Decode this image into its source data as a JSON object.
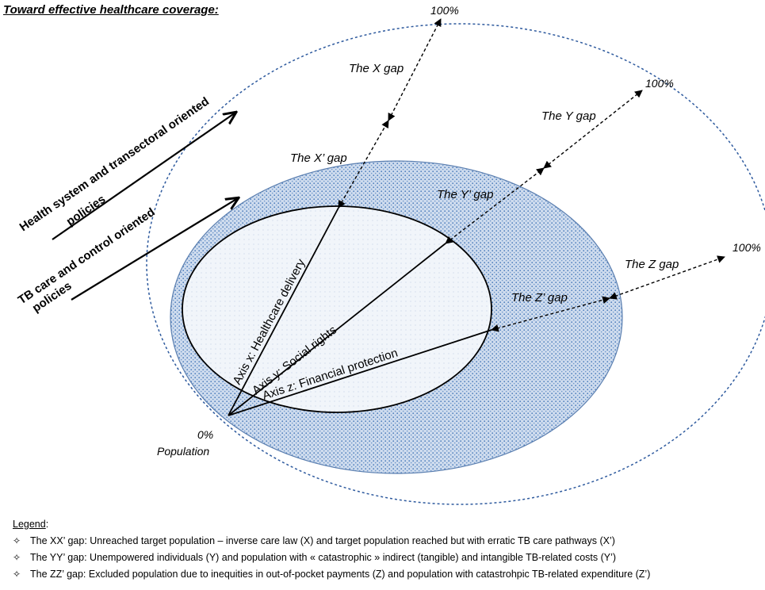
{
  "title": "Toward effective healthcare coverage:",
  "labels": {
    "x_gap": "The X gap",
    "x_prime_gap": "The X’ gap",
    "y_gap": "The Y gap",
    "y_prime_gap": "The Y’ gap",
    "z_gap": "The Z gap",
    "z_prime_gap": "The Z’ gap",
    "pct_100": "100%",
    "pct_0": "0%",
    "population": "Population",
    "axis_x": "Axis x: Healthcare delivery",
    "axis_y": "Axis y: Social rights",
    "axis_z": "Axis z: Financial protection",
    "policy_health_line1": "Health system and transectoral oriented",
    "policy_health_line2": "policies",
    "policy_tb_line1": "TB care and control oriented",
    "policy_tb_line2": "policies"
  },
  "legend": {
    "title": "Legend",
    "bullet": "✧",
    "items": [
      "The XX’ gap: Unreached target population – inverse care law (X) and target population reached but with erratic TB care pathways (X’)",
      "The YY’ gap: Unempowered individuals (Y) and population with « catastrophic » indirect (tangible) and intangible TB-related costs (Y’)",
      "The ZZ’ gap: Excluded population due to inequities in out-of-pocket payments (Z) and population with catastrohpic TB-related expenditure (Z’)"
    ]
  },
  "colors": {
    "outer_dashed": "#2e5a9e",
    "middle_fill": "#c9d9ec",
    "middle_dots": "#5b87bf",
    "middle_stroke": "#5b7fb0",
    "inner_fill": "#eef3f9",
    "inner_stroke": "#000000"
  }
}
